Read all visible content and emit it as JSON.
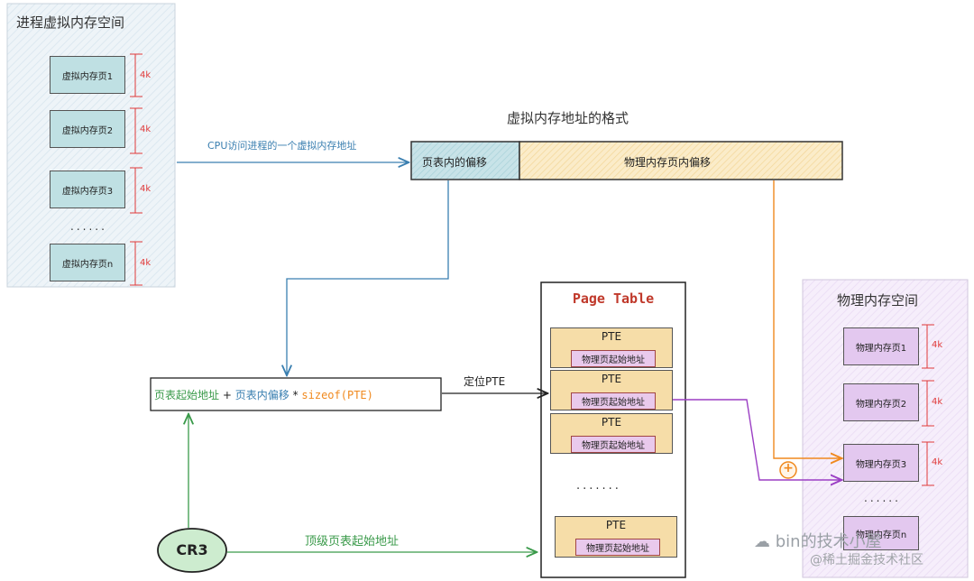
{
  "virtual": {
    "title": "进程虚拟内存空间",
    "pages": [
      "虚拟内存页1",
      "虚拟内存页2",
      "虚拟内存页3",
      "虚拟内存页n"
    ],
    "dots": "......",
    "size_label": "4k"
  },
  "address_format": {
    "title": "虚拟内存地址的格式",
    "offset1": "页表内的偏移",
    "offset2": "物理内存页内偏移"
  },
  "cpu_access_label": "CPU访问进程的一个虚拟内存地址",
  "formula": {
    "part1": "页表起始地址",
    "plus": "+",
    "part2": "页表内偏移",
    "times": "*",
    "part3": "sizeof(PTE)"
  },
  "locate_label": "定位PTE",
  "page_table": {
    "title": "Page Table",
    "entry_label": "PTE",
    "entry_inner": "物理页起始地址",
    "dots": "......."
  },
  "physical": {
    "title": "物理内存空间",
    "pages": [
      "物理内存页1",
      "物理内存页2",
      "物理内存页3",
      "物理内存页n"
    ],
    "dots": "......",
    "size_label": "4k"
  },
  "cr3": "CR3",
  "top_level_label": "顶级页表起始地址",
  "plus_symbol": "+",
  "watermark": {
    "line1": "bin的技术小屋",
    "line2": "@稀土掘金技术社区"
  },
  "colors": {
    "virtual_page": "#bfe0e3",
    "physical_page": "#e3c8ef",
    "pte": "#f6dda8",
    "arrow_blue": "#3a7fb0",
    "arrow_green": "#3a9a4a",
    "arrow_orange": "#f0891e",
    "arrow_purple": "#9b3fc4",
    "brace_red": "#e03a3a",
    "page_table_title": "#c0392b"
  }
}
